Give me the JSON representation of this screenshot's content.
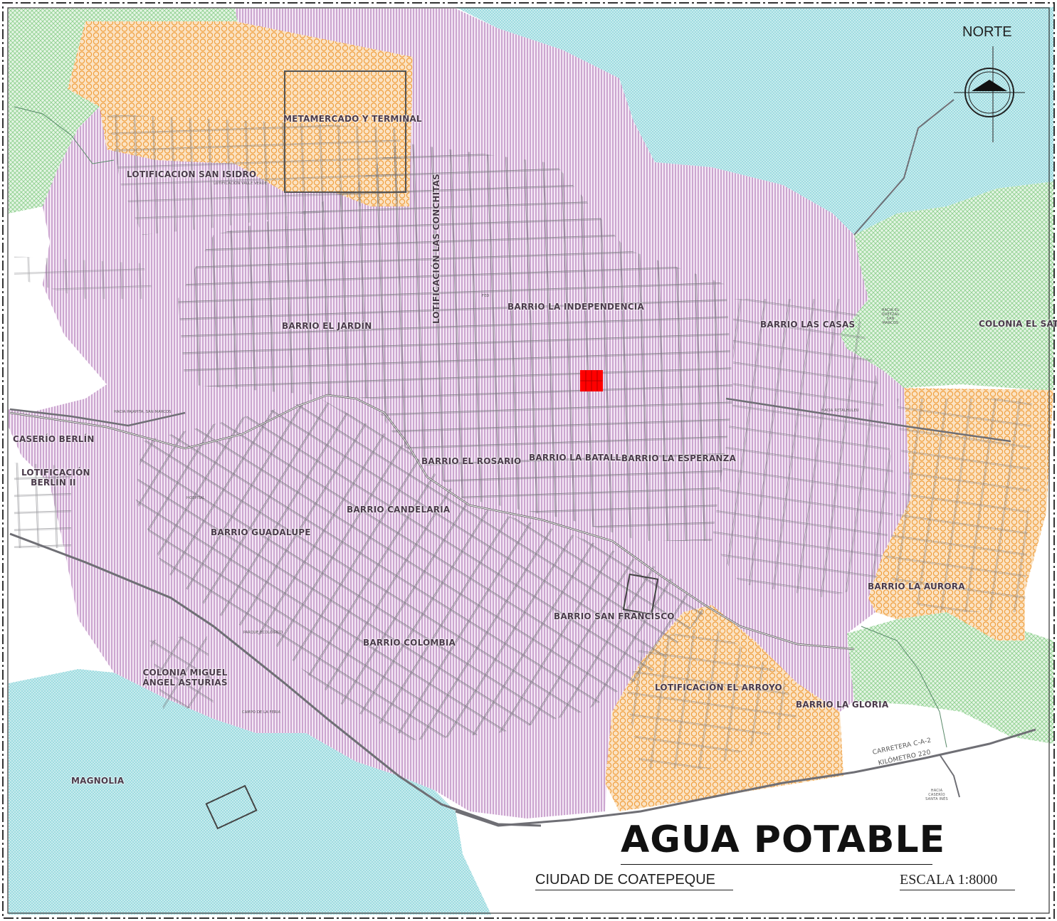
{
  "map": {
    "title": "AGUA POTABLE",
    "city": "CIUDAD DE COATEPEQUE",
    "scale": "ESCALA 1:8000",
    "north": "NORTE",
    "colors": {
      "urban_zone": "#b27bb8",
      "expansion_zone": "#f0a040",
      "green_zone": "#8fd08f",
      "water_zone": "#7ecfd6",
      "streets": "#6f6f75",
      "central_block": "#ff0000",
      "frame": "#333333"
    }
  },
  "labels": {
    "metamercado": "METAMERCADO Y TERMINAL",
    "san_isidro": "LOTIFICACION SAN ISIDRO",
    "valle_verde": "LOTIFICACION VALLE VERDE",
    "las_conchitas": "LOTIFICACIÓN LAS CONCHITAS",
    "independencia": "BARRIO LA INDEPENDENCIA",
    "el_jardin": "BARRIO EL JARDÍN",
    "las_casas": "BARRIO LAS CASAS",
    "colonia_el_sate": "COLONIA EL SATÉ",
    "caserio_berlin": "CASERÍO BERLÍN",
    "berlin_ii": "LOTIFICACIÓN BERLÍN II",
    "el_rosario": "BARRIO EL ROSARIO",
    "la_batalla": "BARRIO LA BATALLA",
    "la_esperanza": "BARRIO LA ESPERANZA",
    "candelaria": "BARRIO CANDELARIA",
    "guadalupe": "BARRIO GUADALUPE",
    "san_francisco": "BARRIO SAN FRANCISCO",
    "colombia": "BARRIO COLOMBIA",
    "miguel_angel": "COLONIA MIGUEL ÁNGEL ASTURIAS",
    "el_arroyo": "LOTIFICACIÓN EL ARROYO",
    "la_gloria": "BARRIO LA GLORIA",
    "la_aurora": "BARRIO LA AURORA",
    "magnolia": "MAGNOLIA",
    "carretera": "CARRETERA C-A-2",
    "kilometro": "KILÓMETRO 220",
    "hacia_pajapita": "HACIA PAJAPITA, SAN MARCOS",
    "hacia_santa_ines": "HACIA CASERÍO SANTA INÉS",
    "parque": "PARQUE ECOLÓGICO",
    "campo_feria": "CAMPO DE LA FERIA",
    "hospital": "HOSPITAL",
    "fed": "FED",
    "hacia_retalhuleu": "HACIA RETALHULEU",
    "hacia_ocos": "HACIA EL QUETZAL SAN MARCOS"
  }
}
